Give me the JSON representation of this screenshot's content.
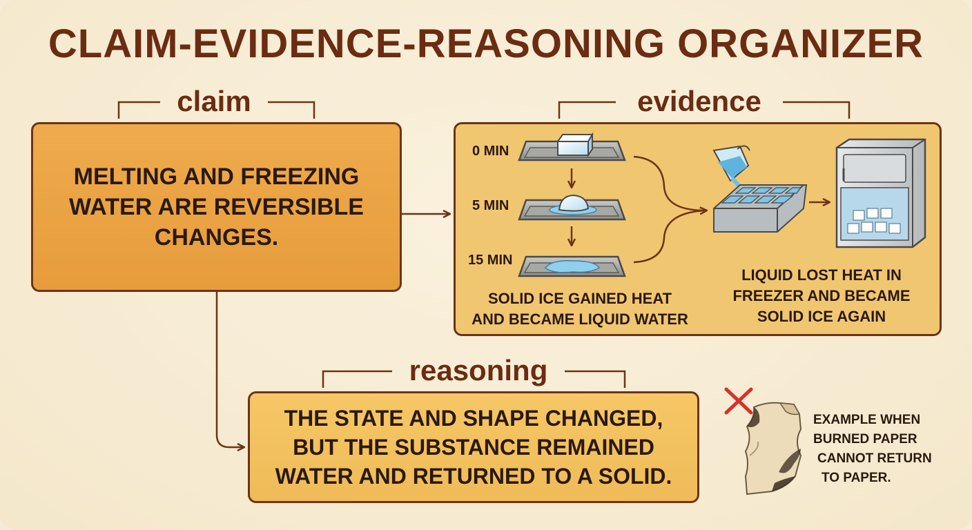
{
  "title": "CLAIM-EVIDENCE-REASONING ORGANIZER",
  "claim": {
    "label": "claim",
    "text": "MELTING AND FREEZING WATER ARE REVERSIBLE CHANGES."
  },
  "evidence": {
    "label": "evidence",
    "times": [
      "0 MIN",
      "5 MIN",
      "15 MIN"
    ],
    "melting_caption_line1": "SOLID ICE GAINED HEAT",
    "melting_caption_line2": "AND BECAME LIQUID WATER",
    "freezing_caption_line1": "LIQUID LOST HEAT IN",
    "freezing_caption_line2": "FREEZER AND BECAME",
    "freezing_caption_line3": "SOLID ICE AGAIN"
  },
  "reasoning": {
    "label": "reasoning",
    "text": "THE STATE AND SHAPE CHANGED, BUT THE SUBSTANCE REMAINED WATER AND RETURNED TO A SOLID."
  },
  "example": {
    "line1": "EXAMPLE WHEN",
    "line2": "BURNED PAPER",
    "line3": "CANNOT RETURN",
    "line4": "TO PAPER."
  },
  "colors": {
    "title": "#6b2c12",
    "claim_fill": "#e9a142",
    "evidence_fill": "#f1c670",
    "reasoning_fill": "#f4c262",
    "border": "#6b3416",
    "cross": "#d7322a"
  },
  "icons": [
    "ice-cube-icon",
    "tray-icon",
    "pitcher-icon",
    "ice-tray-icon",
    "freezer-icon",
    "cross-icon",
    "burned-paper-icon"
  ]
}
